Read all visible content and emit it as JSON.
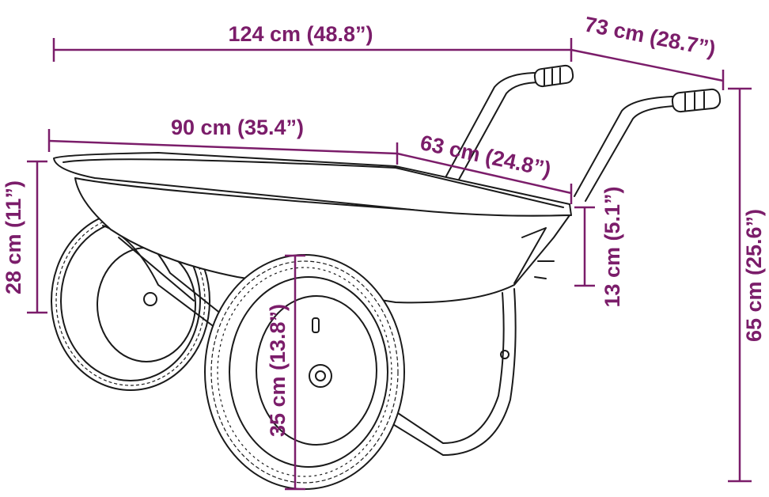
{
  "colors": {
    "dimension": "#7b1d6a",
    "outline": "#1a1a1a",
    "background": "#ffffff"
  },
  "dimensions": {
    "total_length": "124 cm (48.8”)",
    "total_width": "73 cm (28.7”)",
    "tray_length": "90 cm (35.4”)",
    "tray_width": "63 cm (24.8”)",
    "tray_depth": "28 cm (11”)",
    "handle_drop": "13 cm (5.1”)",
    "wheel_diameter": "35 cm (13.8”)",
    "total_height": "65 cm (25.6”)"
  }
}
